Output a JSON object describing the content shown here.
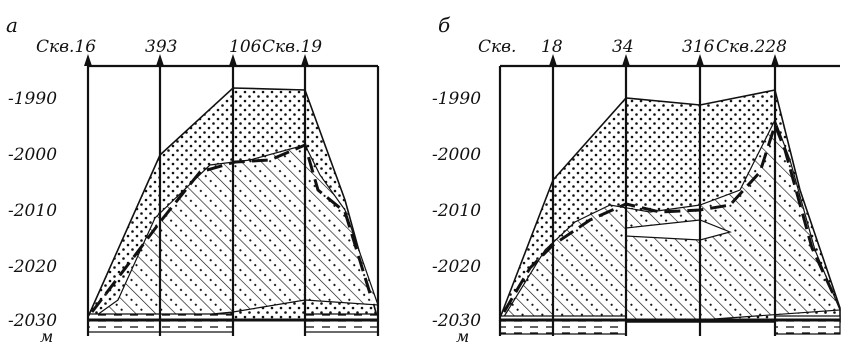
{
  "panels": [
    {
      "letter": "a",
      "wells": [
        "Скв.16",
        "393",
        "106",
        "Скв.19"
      ],
      "ticks": [
        "-1990",
        "-2000",
        "-2010",
        "-2020",
        "-2030"
      ],
      "unit": "м"
    },
    {
      "letter": "б",
      "wells": [
        "Скв.",
        "18",
        "34",
        "316",
        "Скв.228"
      ],
      "ticks": [
        "-1990",
        "-2000",
        "-2010",
        "-2020",
        "-2030"
      ],
      "unit": "м"
    }
  ]
}
